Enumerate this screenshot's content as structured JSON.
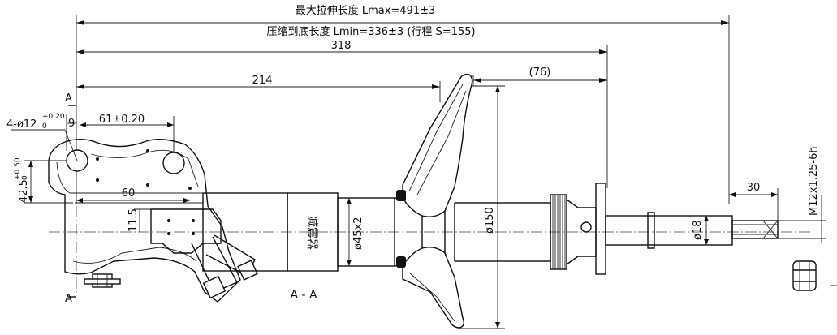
{
  "dimensions": {
    "lmax": "最大拉伸长度 Lmax=491±3",
    "lmin": "压缩到底长度 Lmin=336±3 (行程 S=155)",
    "d318": "318",
    "d214": "214",
    "d76": "(76)",
    "d61": "61±0.20",
    "d9": "9",
    "d60": "60",
    "d11_5": "11.5",
    "d42_5": "42.5",
    "d42_5_tol_up": "+0.50",
    "d42_5_tol_low": "0",
    "hole_spec": "4-ø12",
    "hole_tol_up": "+0.20",
    "hole_tol_low": "0",
    "d150": "ø150",
    "d45": "ø45x2",
    "d18": "ø18",
    "d30": "30",
    "thread": "M12x1.25-6h"
  },
  "labels": {
    "section_a_top": "A",
    "section_a_bottom": "A",
    "section_view": "A - A",
    "body_mark": "减震器"
  }
}
